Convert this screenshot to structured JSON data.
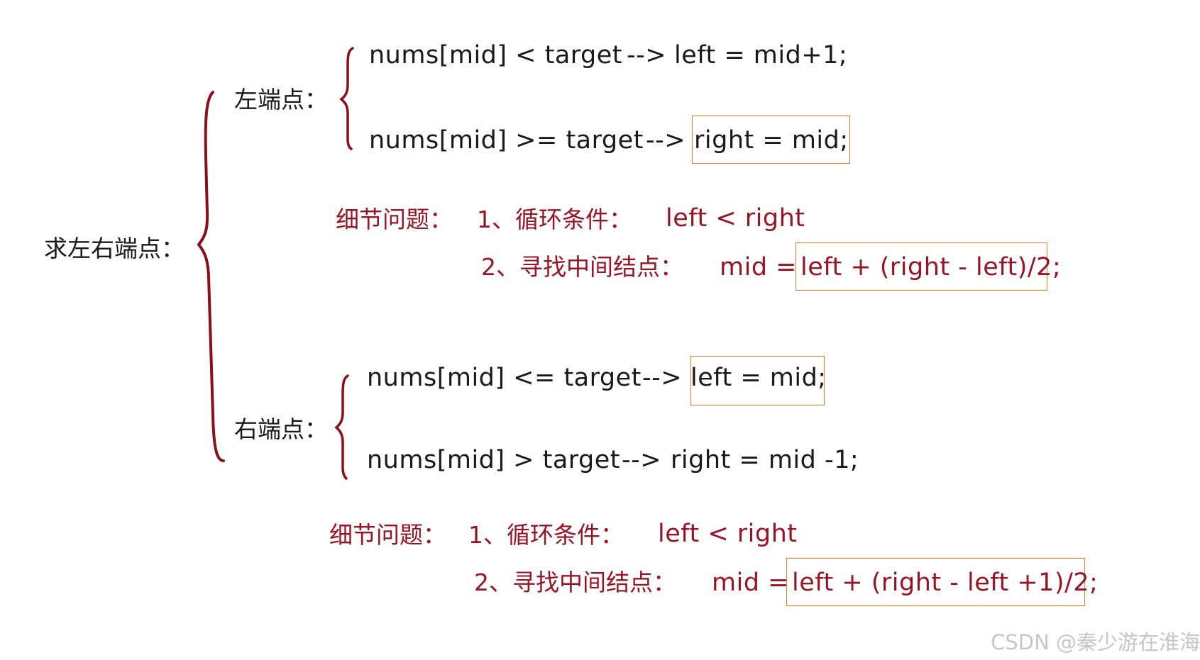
{
  "root": {
    "label": "求左右端点："
  },
  "left_endpoint": {
    "label": "左端点：",
    "rule1": {
      "condition": "nums[mid] < target",
      "arrow": "-->",
      "action": "left = mid+1;"
    },
    "rule2": {
      "condition": "nums[mid] >= target",
      "arrow": "-->",
      "action": "right = mid;"
    },
    "details": {
      "heading": "细节问题：",
      "item1_prefix": "1、循环条件：",
      "item1_value": "left < right",
      "item2_prefix": "2、寻找中间结点：",
      "item2_lhs": "mid =",
      "item2_value": "left + (right - left)/2;"
    }
  },
  "right_endpoint": {
    "label": "右端点：",
    "rule1": {
      "condition": "nums[mid] <= target",
      "arrow": "-->",
      "action": "left = mid;"
    },
    "rule2": {
      "condition": "nums[mid] > target",
      "arrow": "-->",
      "action": "right = mid -1;"
    },
    "details": {
      "heading": "细节问题：",
      "item1_prefix": "1、循环条件：",
      "item1_value": "left < right",
      "item2_prefix": "2、寻找中间结点：",
      "item2_lhs": "mid =",
      "item2_value": "left + (right - left +1)/2;"
    }
  },
  "watermark": "CSDN @秦少游在淮海",
  "colors": {
    "text": "#1a1a1a",
    "accent_red": "#9a1424",
    "brace": "#8b0e1a",
    "highlight_box": "#f07a1e"
  }
}
